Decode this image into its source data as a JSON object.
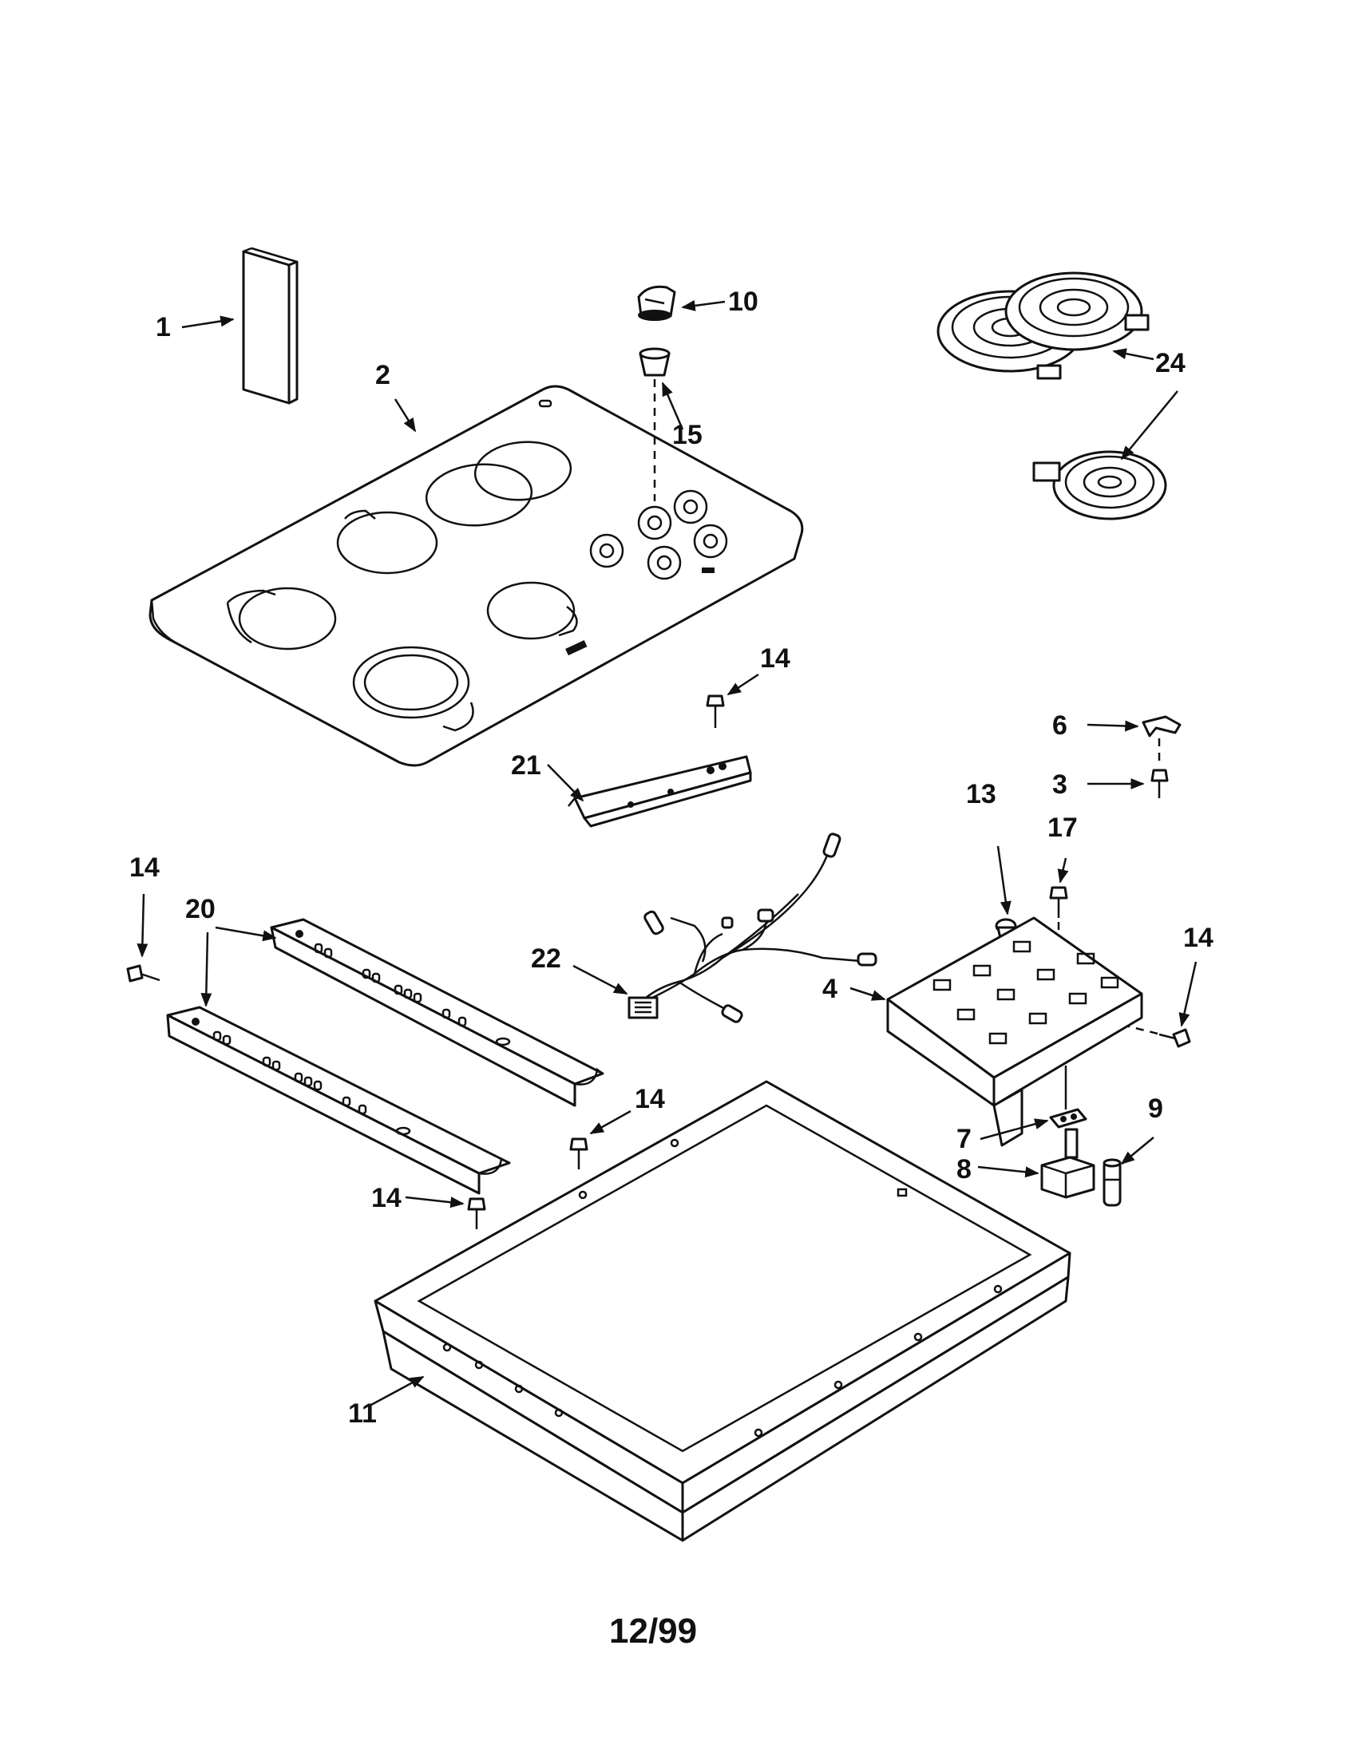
{
  "footer": {
    "date": "12/99"
  },
  "callouts": [
    {
      "id": "1",
      "label": "1"
    },
    {
      "id": "2",
      "label": "2"
    },
    {
      "id": "3",
      "label": "3"
    },
    {
      "id": "4",
      "label": "4"
    },
    {
      "id": "6",
      "label": "6"
    },
    {
      "id": "7",
      "label": "7"
    },
    {
      "id": "8",
      "label": "8"
    },
    {
      "id": "9",
      "label": "9"
    },
    {
      "id": "10",
      "label": "10"
    },
    {
      "id": "11",
      "label": "11"
    },
    {
      "id": "13",
      "label": "13"
    },
    {
      "id": "14",
      "label": "14"
    },
    {
      "id": "15",
      "label": "15"
    },
    {
      "id": "17",
      "label": "17"
    },
    {
      "id": "20",
      "label": "20"
    },
    {
      "id": "21",
      "label": "21"
    },
    {
      "id": "22",
      "label": "22"
    },
    {
      "id": "24",
      "label": "24"
    }
  ]
}
